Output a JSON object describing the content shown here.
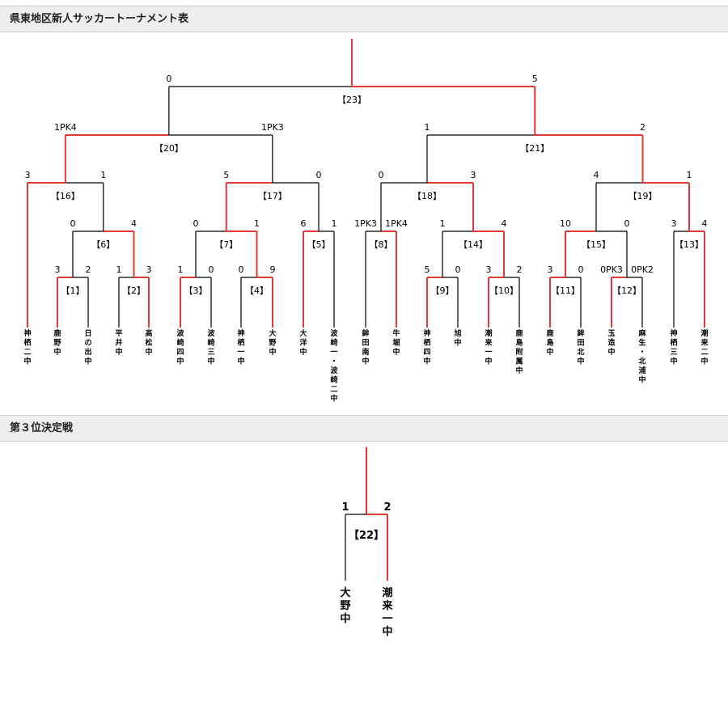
{
  "headers": {
    "main": "県東地区新人サッカートーナメント表",
    "third": "第３位決定戦"
  },
  "colors": {
    "winner": "#e53935",
    "loser": "#000000"
  },
  "teams": [
    "神栖二中",
    "鹿野中",
    "日の出中",
    "平井中",
    "高松中",
    "波崎四中",
    "波崎三中",
    "神栖一中",
    "大野中",
    "大洋中",
    "波崎一・波崎二中",
    "鉾田南中",
    "牛堀中",
    "神栖四中",
    "旭中",
    "潮来一中",
    "鹿島附属中",
    "鹿島中",
    "鉾田北中",
    "玉造中",
    "麻生・北浦中",
    "神栖三中",
    "潮来二中"
  ],
  "matches": [
    {
      "id": "m1",
      "label": "【1】",
      "left": "3",
      "right": "2"
    },
    {
      "id": "m2",
      "label": "【2】",
      "left": "1",
      "right": "3"
    },
    {
      "id": "m3",
      "label": "【3】",
      "left": "1",
      "right": "0"
    },
    {
      "id": "m4",
      "label": "【4】",
      "left": "0",
      "right": "9"
    },
    {
      "id": "m5",
      "label": "【5】",
      "left": "6",
      "right": "1"
    },
    {
      "id": "m6",
      "label": "【6】",
      "left": "0",
      "right": "4"
    },
    {
      "id": "m7",
      "label": "【7】",
      "left": "0",
      "right": "1"
    },
    {
      "id": "m8",
      "label": "【8】",
      "left": "1PK3",
      "right": "1PK4"
    },
    {
      "id": "m9",
      "label": "【9】",
      "left": "5",
      "right": "0"
    },
    {
      "id": "m10",
      "label": "【10】",
      "left": "3",
      "right": "2"
    },
    {
      "id": "m11",
      "label": "【11】",
      "left": "3",
      "right": "0"
    },
    {
      "id": "m12",
      "label": "【12】",
      "left": "0PK3",
      "right": "0PK2"
    },
    {
      "id": "m13",
      "label": "【13】",
      "left": "3",
      "right": "4"
    },
    {
      "id": "m14",
      "label": "【14】",
      "left": "1",
      "right": "4"
    },
    {
      "id": "m15",
      "label": "【15】",
      "left": "10",
      "right": "0"
    },
    {
      "id": "m16",
      "label": "【16】",
      "left": "3",
      "right": "1"
    },
    {
      "id": "m17",
      "label": "【17】",
      "left": "5",
      "right": "0"
    },
    {
      "id": "m18",
      "label": "【18】",
      "left": "0",
      "right": "3"
    },
    {
      "id": "m19",
      "label": "【19】",
      "left": "4",
      "right": "1"
    },
    {
      "id": "m20",
      "label": "【20】",
      "left": "1PK4",
      "right": "1PK3"
    },
    {
      "id": "m21",
      "label": "【21】",
      "left": "1",
      "right": "2"
    },
    {
      "id": "m23",
      "label": "【23】",
      "left": "0",
      "right": "5"
    }
  ],
  "third_place": {
    "label": "【22】",
    "left": "1",
    "right": "2",
    "left_team": "大野中",
    "right_team": "潮来一中"
  }
}
